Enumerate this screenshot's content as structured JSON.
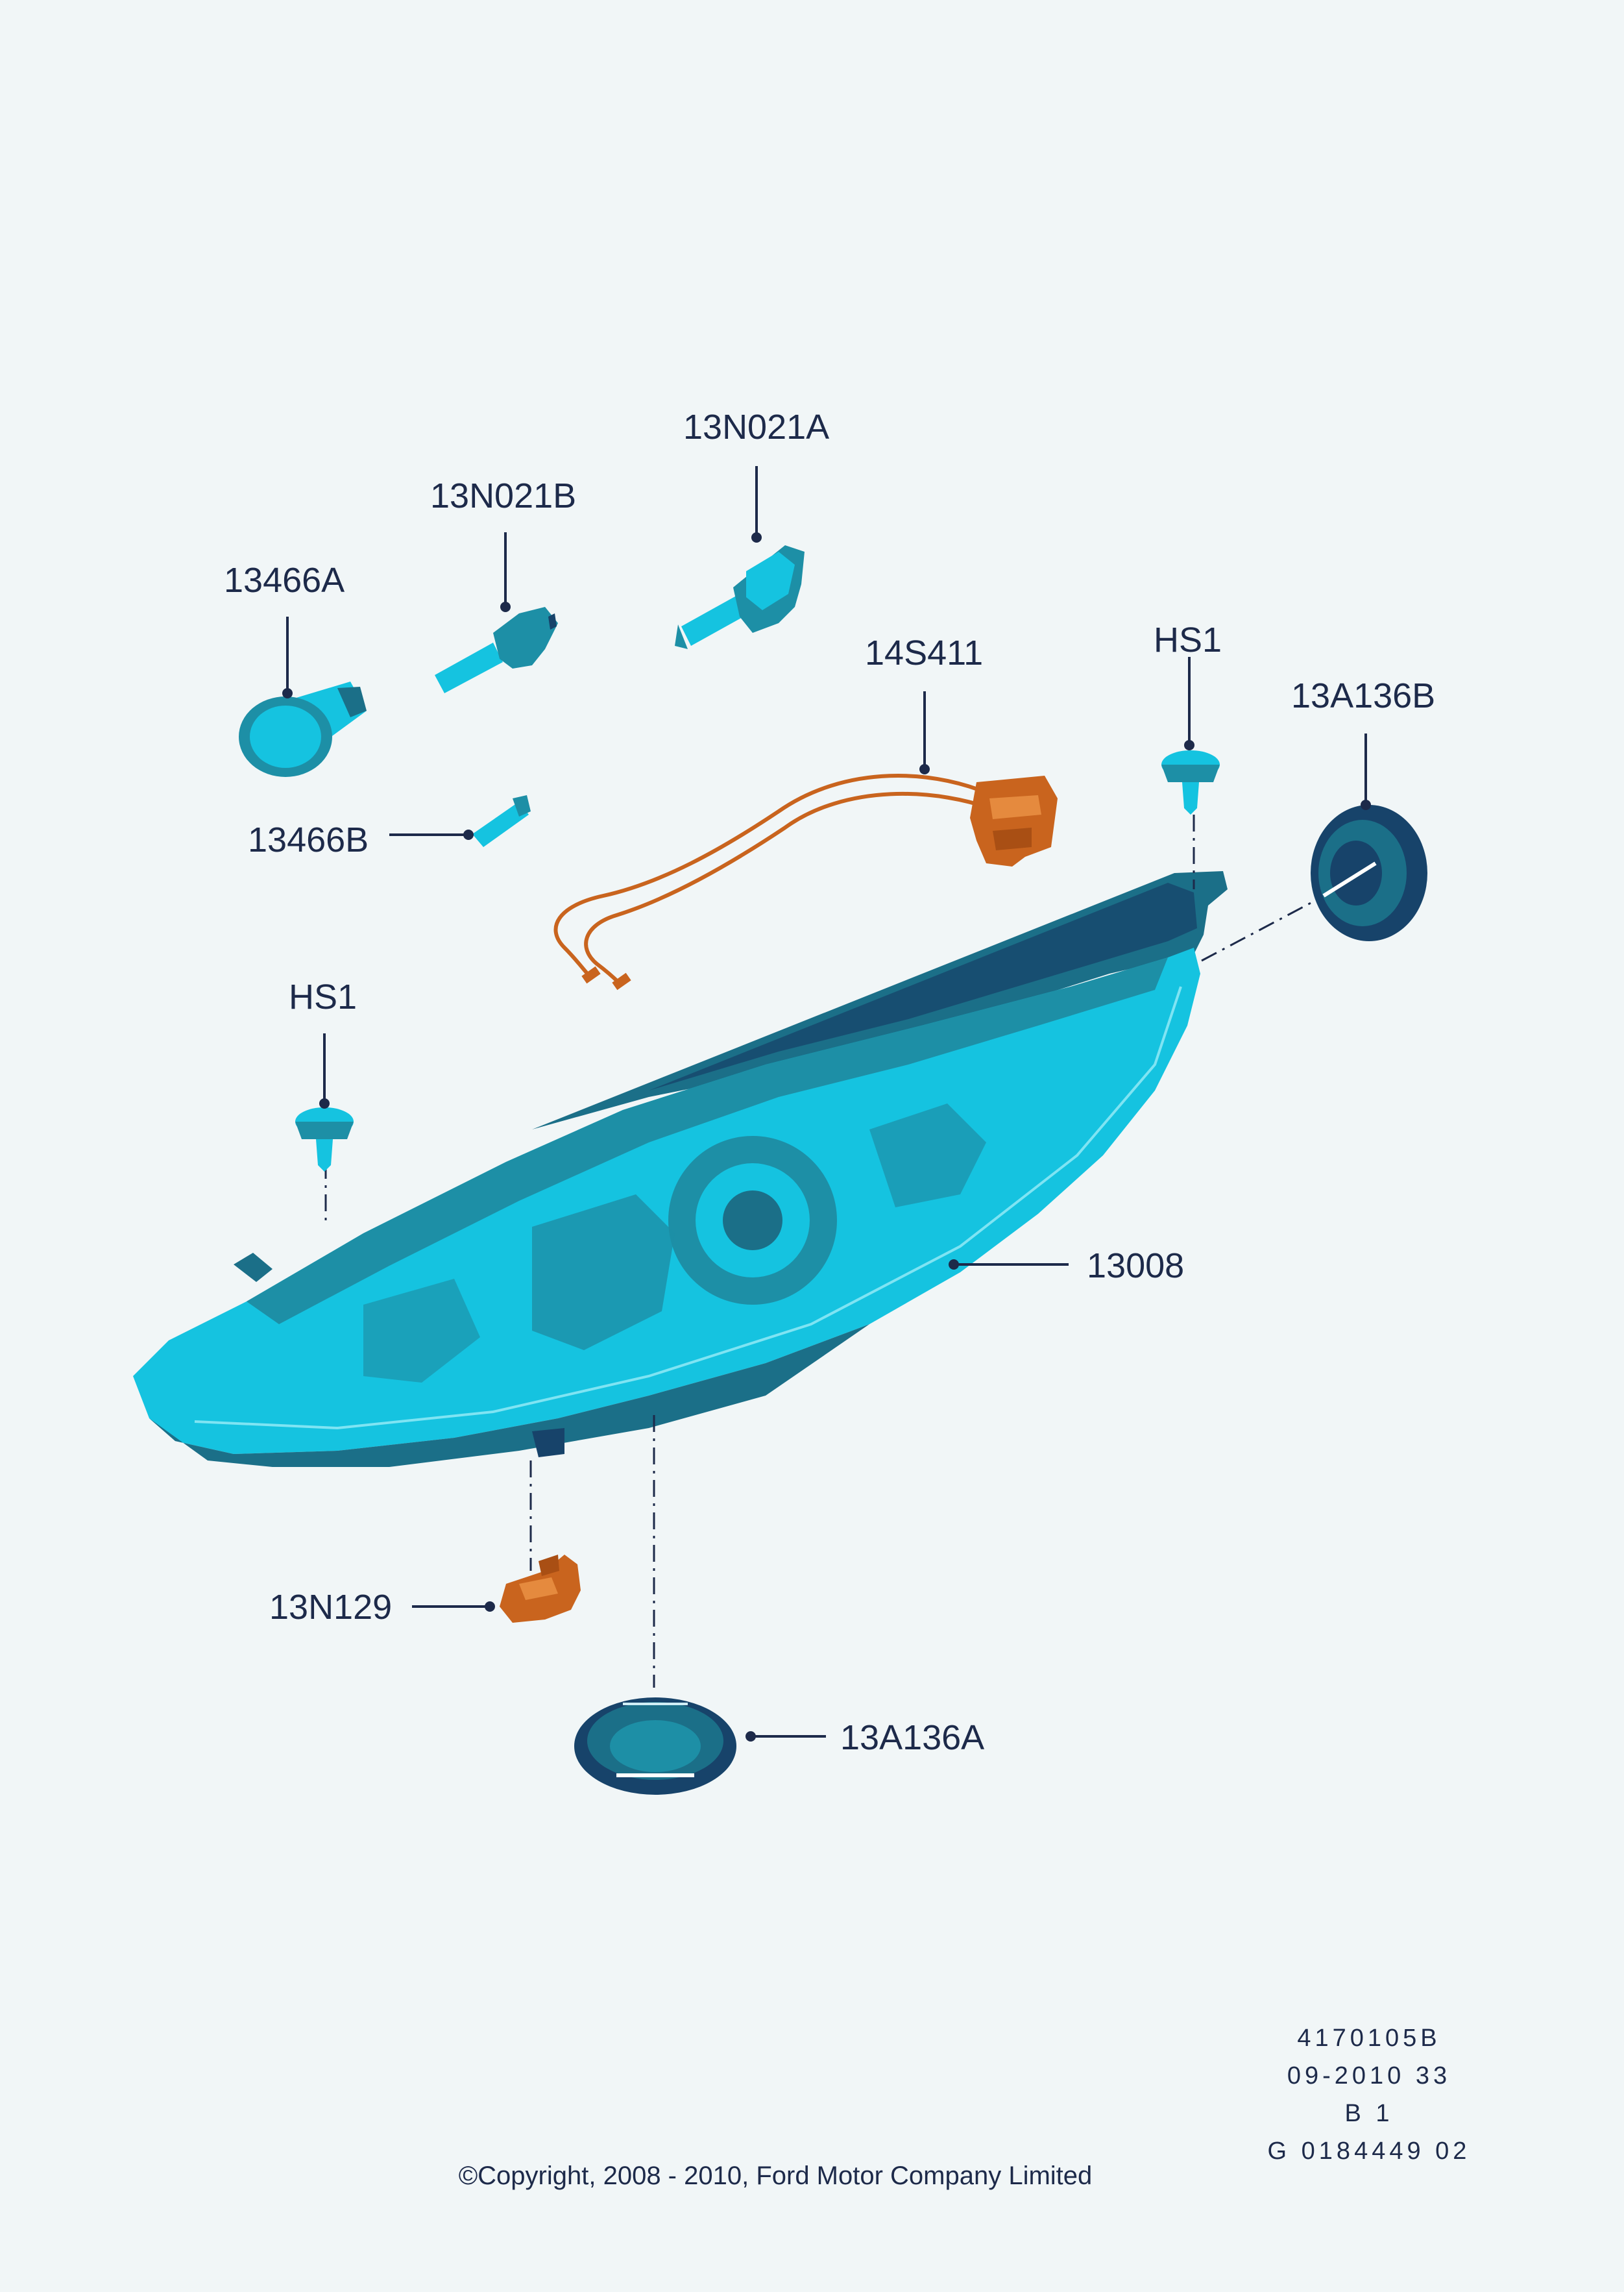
{
  "parts": {
    "p13N021A": "13N021A",
    "p13N021B": "13N021B",
    "p13466A": "13466A",
    "p13466B": "13466B",
    "p14S411": "14S411",
    "hs1_right": "HS1",
    "p13A136B": "13A136B",
    "hs1_left": "HS1",
    "p13008": "13008",
    "p13N129": "13N129",
    "p13A136A": "13A136A"
  },
  "meta": {
    "line1": "4170105B",
    "line2": "09-2010 33",
    "line3": "B 1",
    "line4": "G 0184449 02"
  },
  "copyright": "©Copyright, 2008 - 2010, Ford Motor Company Limited",
  "colors": {
    "part_cyan": "#15c3e0",
    "part_teal": "#1d8fa6",
    "part_dark": "#17436a",
    "wire_orange": "#c9641e",
    "ink": "#1d2a4a",
    "background": "#f1f6f7"
  }
}
